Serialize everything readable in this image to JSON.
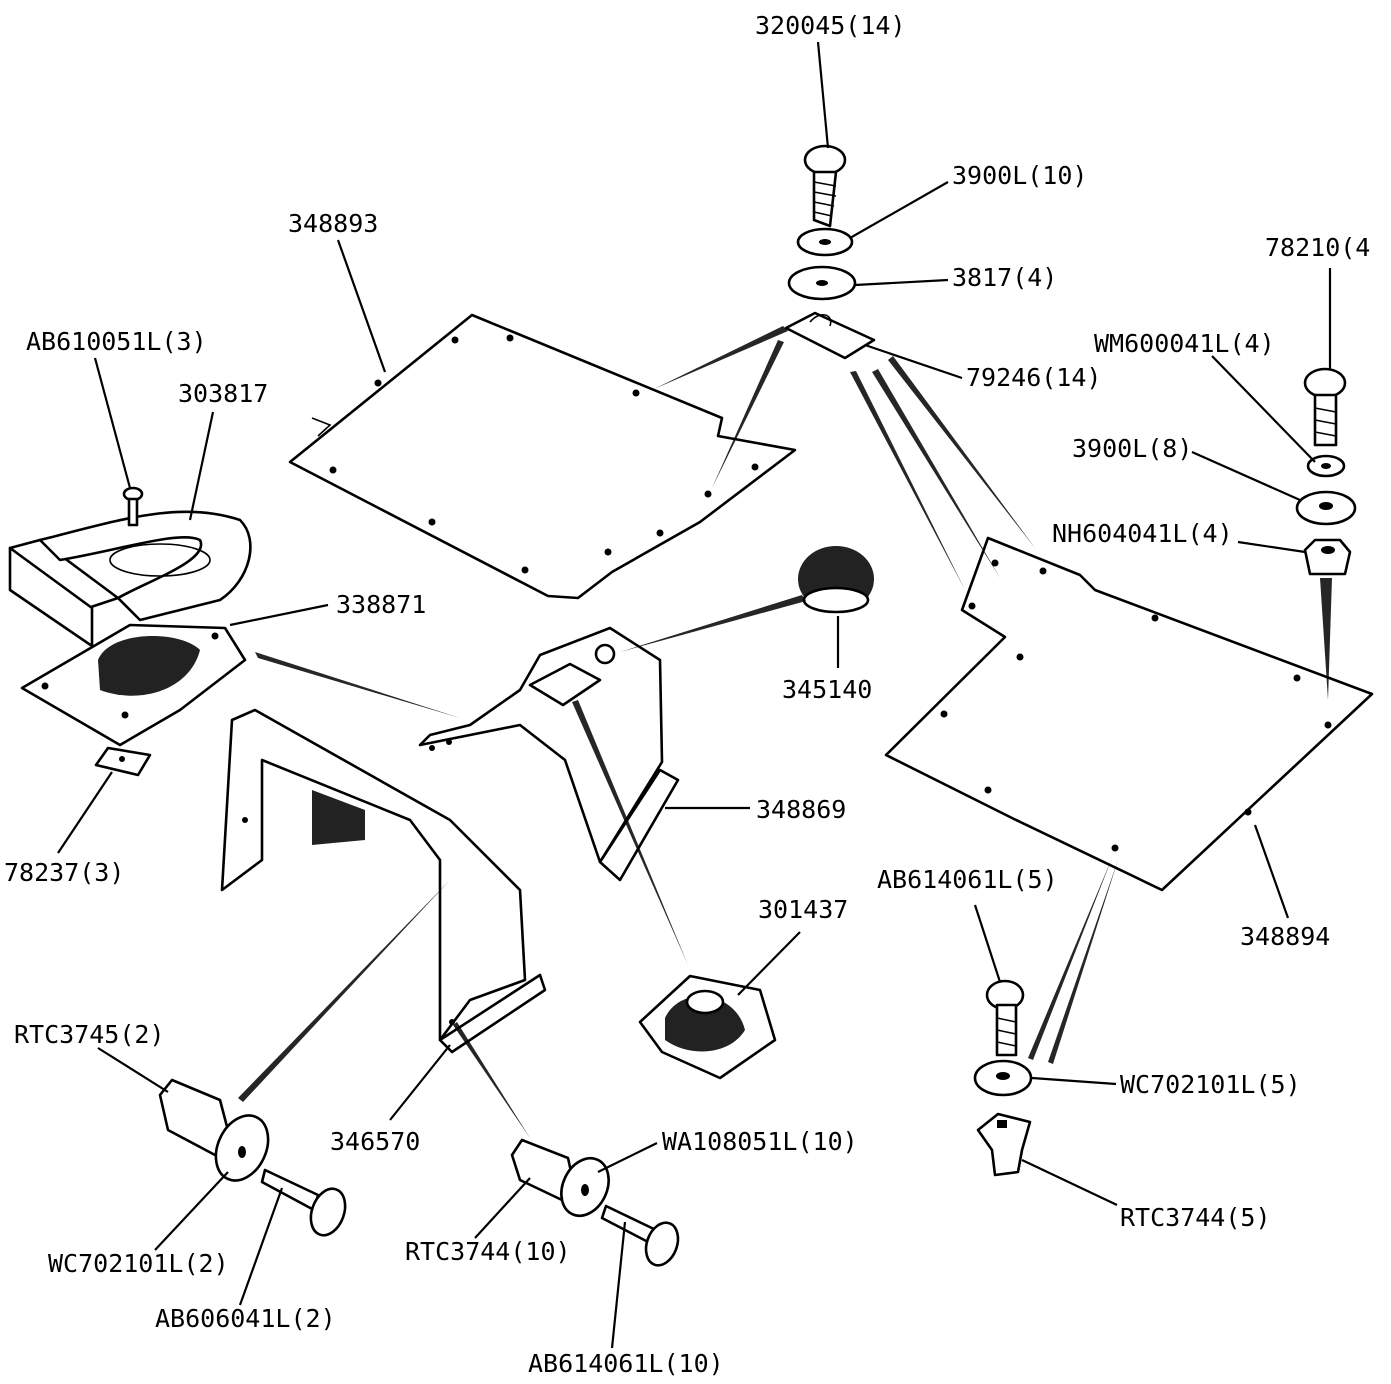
{
  "labels": {
    "p320045": "320045(14)",
    "p3900L_10": "3900L(10)",
    "p3817": "3817(4)",
    "p79246": "79246(14)",
    "p348893": "348893",
    "p78210": "78210(4",
    "pWM600041L": "WM600041L(4)",
    "p3900L_8": "3900L(8)",
    "pNH604041L": "NH604041L(4)",
    "pAB610051L": "AB610051L(3)",
    "p303817": "303817",
    "p338871": "338871",
    "p345140": "345140",
    "p348869": "348869",
    "p78237": "78237(3)",
    "p301437": "301437",
    "pAB614061L_5": "AB614061L(5)",
    "p348894": "348894",
    "pRTC3745": "RTC3745(2)",
    "p346570": "346570",
    "pWA108051L": "WA108051L(10)",
    "pWC702101L_5": "WC702101L(5)",
    "pRTC3744_5": "RTC3744(5)",
    "pWC702101L_2": "WC702101L(2)",
    "pRTC3744_10": "RTC3744(10)",
    "pAB606041L": "AB606041L(2)",
    "pAB614061L_10": "AB614061L(10)"
  }
}
